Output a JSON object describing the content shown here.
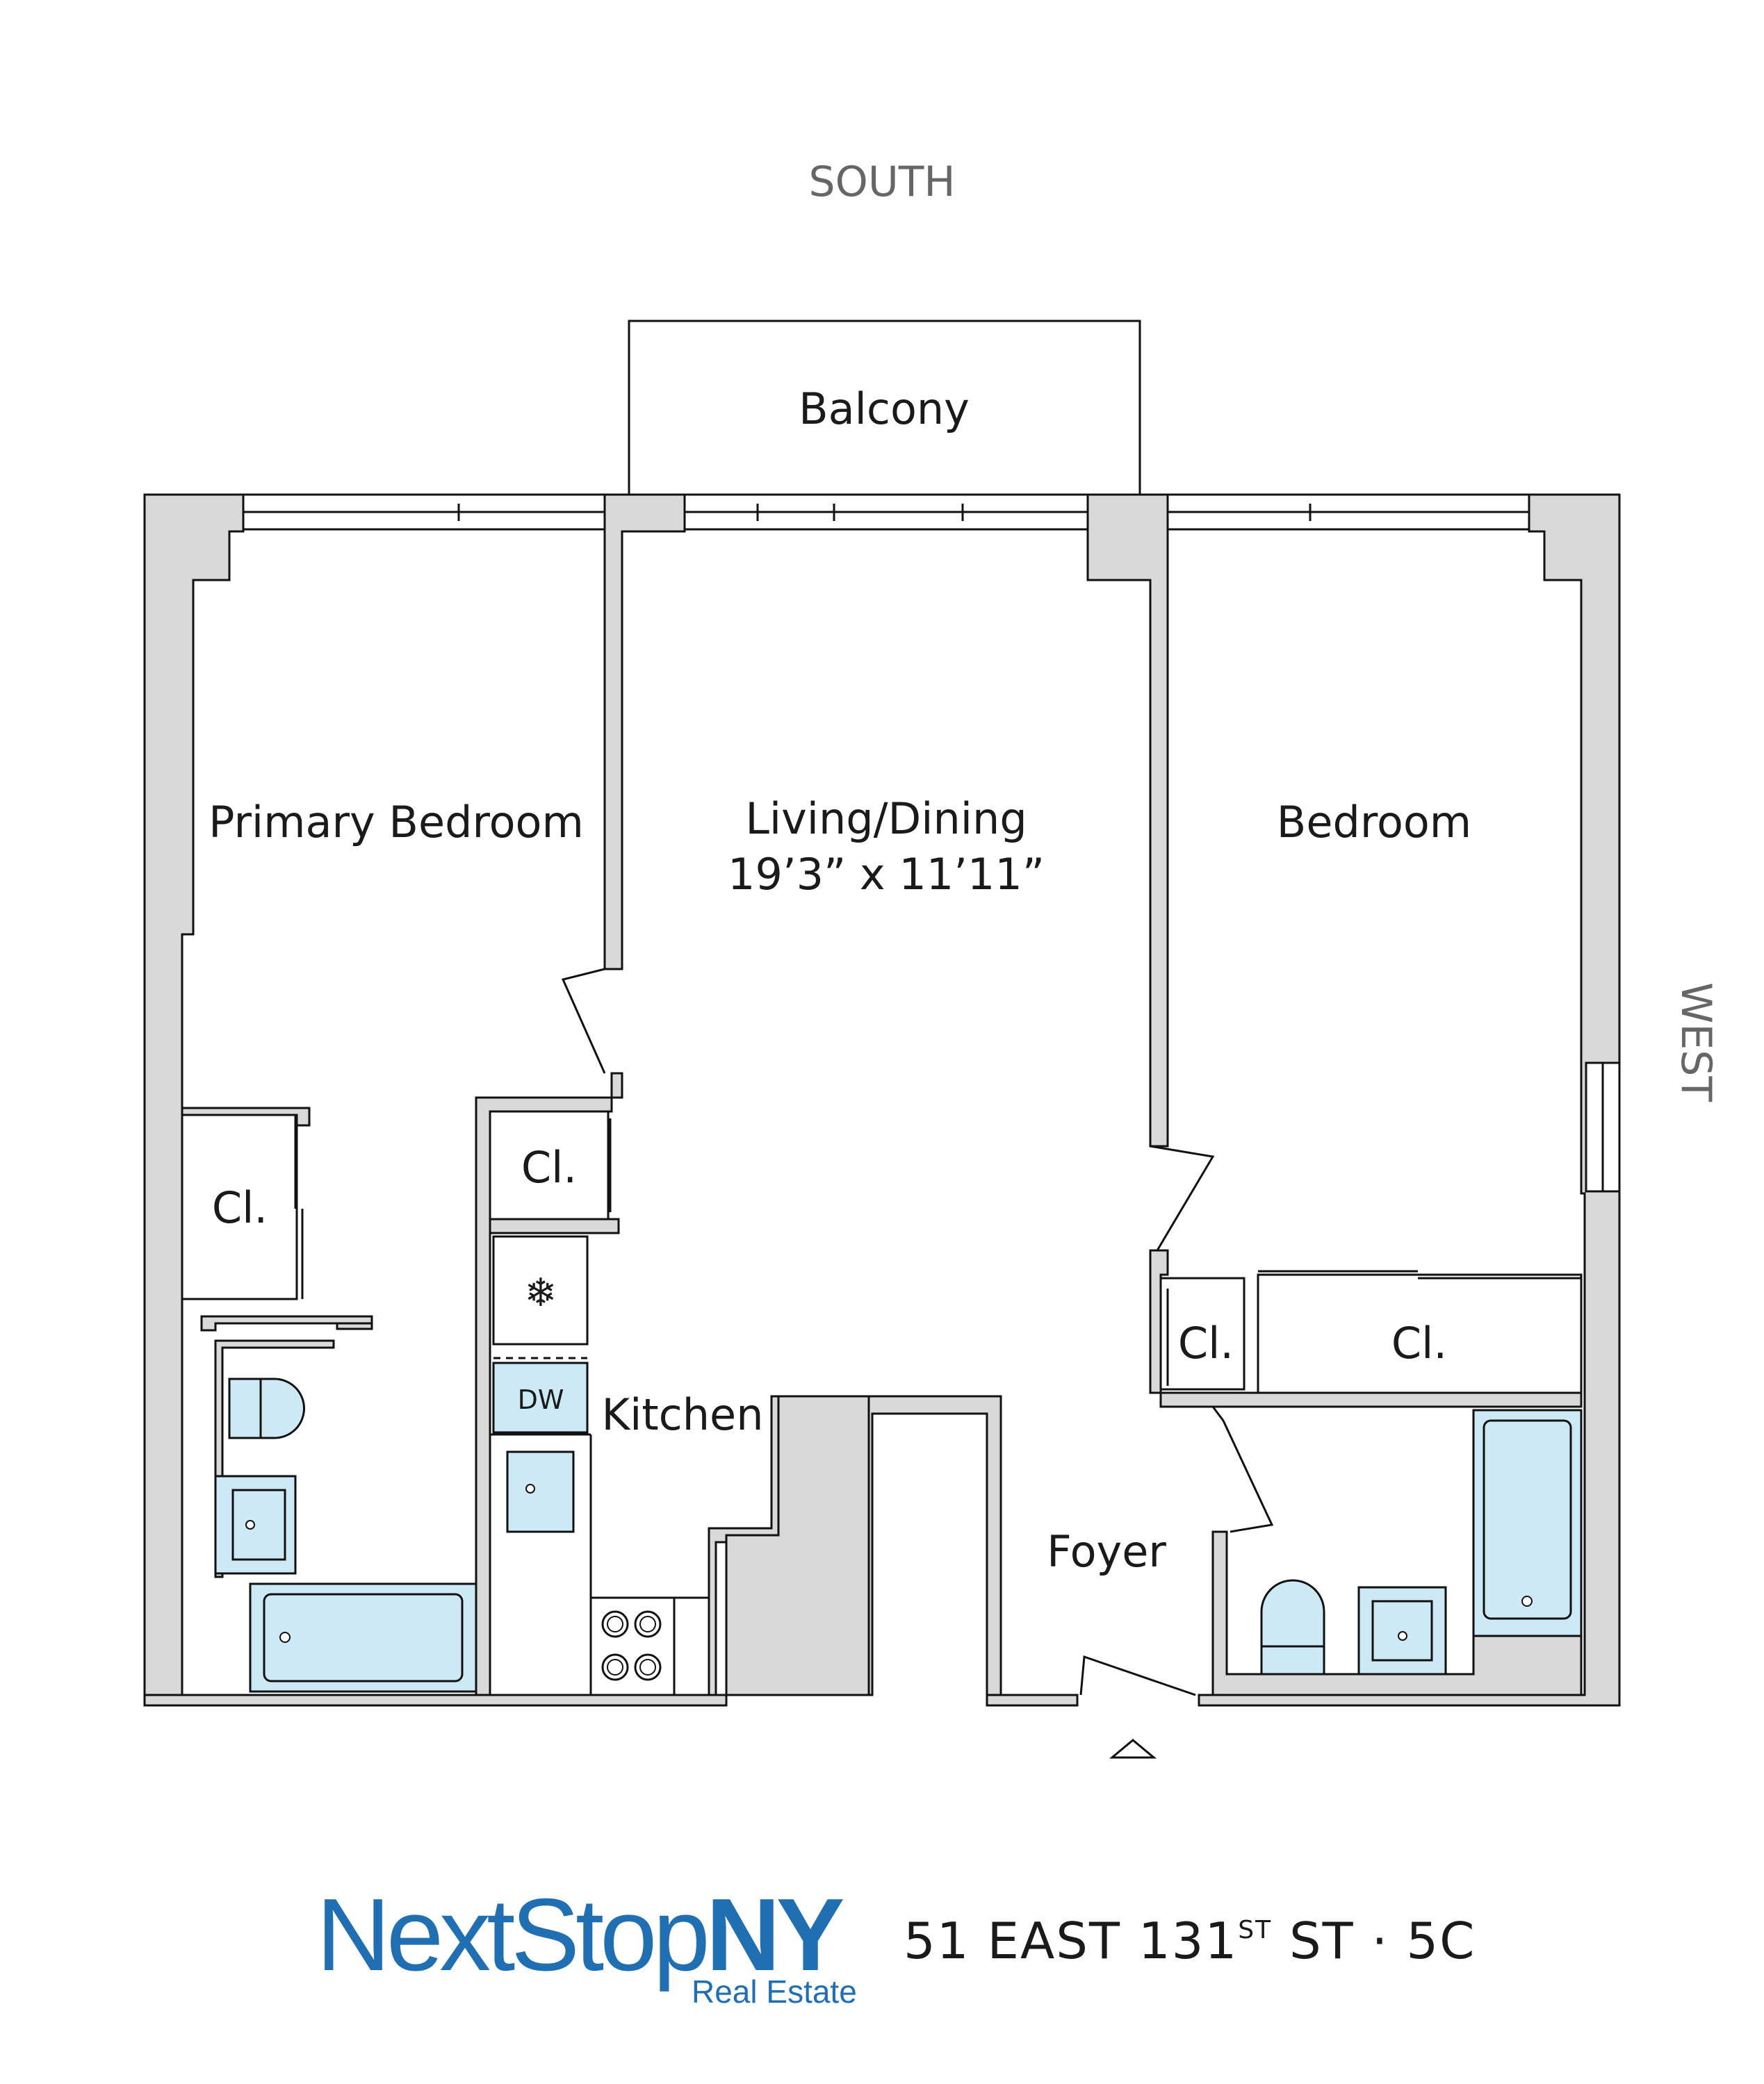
{
  "orientation": {
    "north_top_label": "SOUTH",
    "right_label": "WEST"
  },
  "rooms": {
    "balcony": "Balcony",
    "primary_bedroom": "Primary Bedroom",
    "living_dining": "Living/Dining",
    "living_dining_dims": "19’3” x 11’11”",
    "bedroom": "Bedroom",
    "closet": "Cl.",
    "kitchen": "Kitchen",
    "dishwasher": "DW",
    "foyer": "Foyer",
    "freezer_glyph": "❄"
  },
  "brand": {
    "name_part1": "NextStop",
    "name_part2": "NY",
    "sub": "Real Estate"
  },
  "address": {
    "line_prefix": "51 EAST 131",
    "suffix_sup": "ST",
    "line_suffix": " ST · 5C"
  },
  "colors": {
    "wall_fill": "#d9d9d9",
    "fixture_fill": "#cce9f5",
    "brand_blue": "#1f6fb2"
  }
}
